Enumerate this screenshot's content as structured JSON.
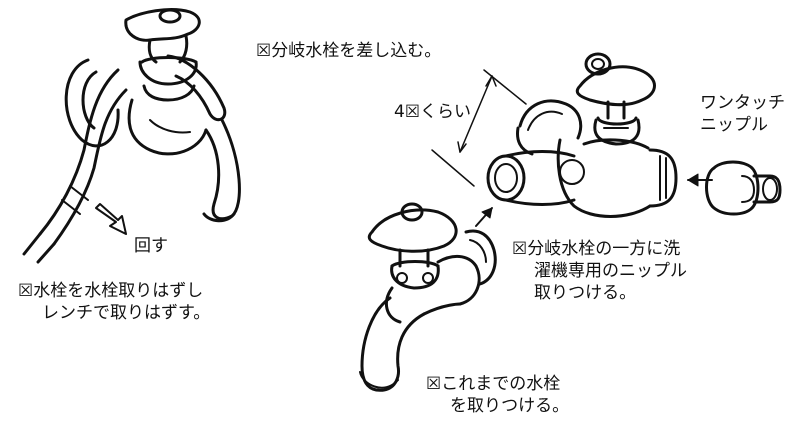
{
  "labels": {
    "step2": "☒分岐水栓を差し込む。",
    "dimension": "4☒くらい",
    "nipple": [
      "ワンタッチ",
      "ニップル"
    ],
    "turn": "回す",
    "step1": [
      "☒水栓を水栓取りはずし",
      "レンチで取りはずす。"
    ],
    "step3": [
      "☒分岐水栓の一方に洗",
      "濯機専用のニップル",
      "取りつける。"
    ],
    "step4": [
      "☒これまでの水栓",
      "を取りつける。"
    ]
  },
  "colors": {
    "ink": "#111111",
    "paper": "#ffffff"
  }
}
